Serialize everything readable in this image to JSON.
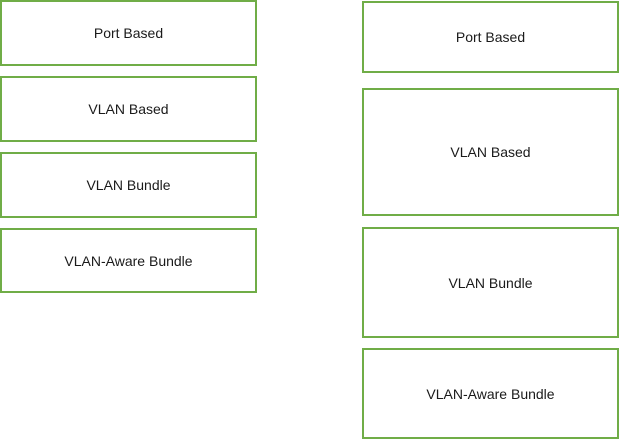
{
  "left_column": {
    "items": [
      {
        "label": "Port Based"
      },
      {
        "label": "VLAN Based"
      },
      {
        "label": "VLAN Bundle"
      },
      {
        "label": "VLAN-Aware Bundle"
      }
    ]
  },
  "right_column": {
    "items": [
      {
        "label": "Port Based"
      },
      {
        "label": "VLAN Based"
      },
      {
        "label": "VLAN Bundle"
      },
      {
        "label": "VLAN-Aware Bundle"
      }
    ]
  },
  "colors": {
    "box_border": "#70ad47",
    "text": "#1a1a1a",
    "background": "#ffffff"
  }
}
